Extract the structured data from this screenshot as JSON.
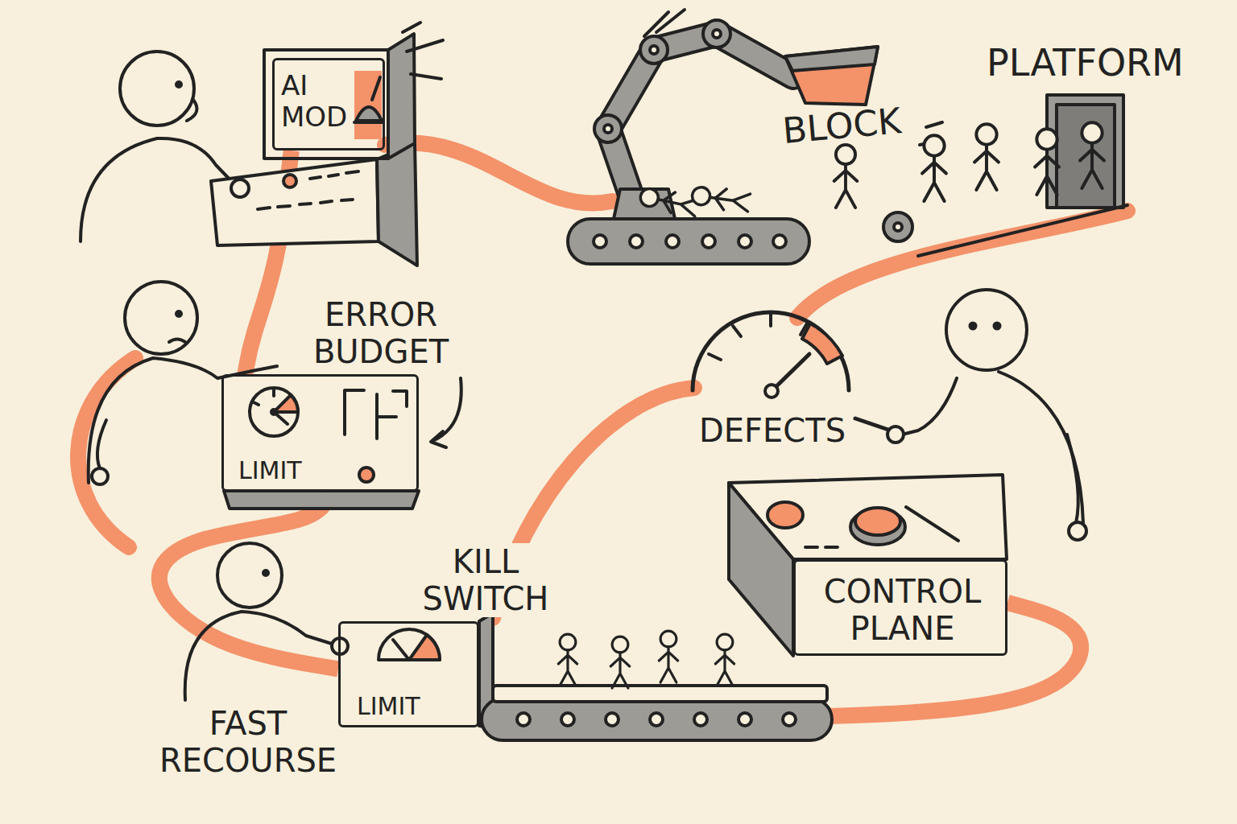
{
  "diagram": {
    "nodes": [
      {
        "text": [
          "AI MOD"
        ]
      },
      {
        "text": [
          "ERROR BUDGET",
          "LIMIT"
        ]
      },
      {
        "text": [
          "KILL SWITCH",
          "LIMIT"
        ]
      },
      {
        "text": [
          "CONTROL PLANE"
        ]
      }
    ],
    "edges": [
      {
        "from": 0,
        "to": 1,
        "arrow": "none"
      },
      {
        "from": 1,
        "to": 2,
        "arrow": "none"
      },
      {
        "from": 2,
        "to": 3,
        "arrow": "none"
      }
    ],
    "labels": [
      "BLOCK",
      "PLATFORM",
      "DEFECTS",
      "FAST RECOURSE"
    ]
  }
}
